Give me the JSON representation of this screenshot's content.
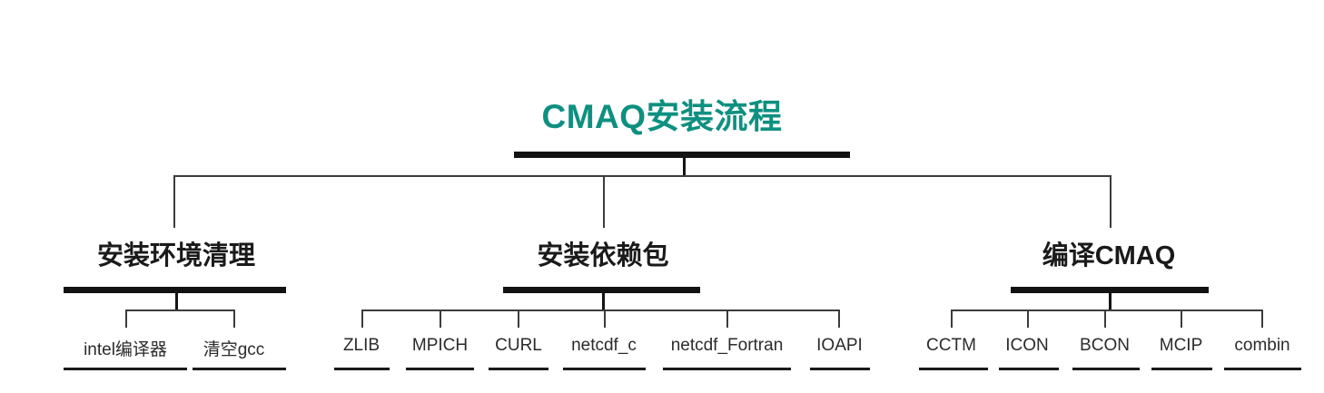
{
  "diagram": {
    "type": "tree",
    "title": "CMAQ安装流程",
    "title_color": "#0e9080",
    "line_color": "#3c3c3c",
    "bar_color": "#121212",
    "root": {
      "label": "CMAQ安装流程"
    },
    "branches": [
      {
        "label": "安装环境清理",
        "leaves": [
          {
            "label": "intel编译器"
          },
          {
            "label": "清空gcc"
          }
        ]
      },
      {
        "label": "安装依赖包",
        "leaves": [
          {
            "label": "ZLIB"
          },
          {
            "label": "MPICH"
          },
          {
            "label": "CURL"
          },
          {
            "label": "netcdf_c"
          },
          {
            "label": "netcdf_Fortran"
          },
          {
            "label": "IOAPI"
          }
        ]
      },
      {
        "label": "编译CMAQ",
        "leaves": [
          {
            "label": "CCTM"
          },
          {
            "label": "ICON"
          },
          {
            "label": "BCON"
          },
          {
            "label": "MCIP"
          },
          {
            "label": "combin"
          }
        ]
      }
    ]
  }
}
